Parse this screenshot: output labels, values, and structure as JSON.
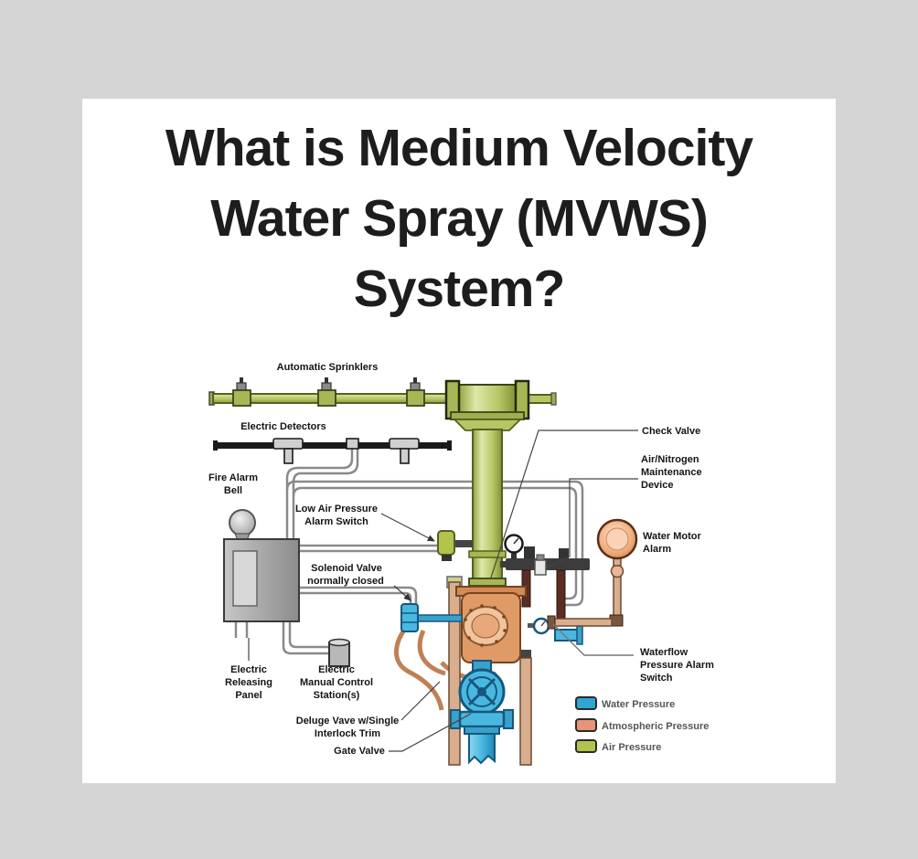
{
  "title": {
    "line1": "What is Medium Velocity",
    "line2": "Water Spray (MVWS)",
    "line3": "System?"
  },
  "diagram": {
    "labels": {
      "automatic_sprinklers": "Automatic Sprinklers",
      "electric_detectors": "Electric Detectors",
      "fire_alarm_bell": [
        "Fire Alarm",
        "Bell"
      ],
      "low_air_pressure": [
        "Low Air Pressure",
        "Alarm Switch"
      ],
      "solenoid_valve": [
        "Solenoid Valve",
        "normally closed"
      ],
      "electric_releasing_panel": [
        "Electric",
        "Releasing",
        "Panel"
      ],
      "electric_manual_control": [
        "Electric",
        "Manual Control",
        "Station(s)"
      ],
      "deluge_valve": [
        "Deluge Vave w/Single",
        "Interlock Trim"
      ],
      "gate_valve": "Gate Valve",
      "check_valve": "Check Valve",
      "air_nitrogen": [
        "Air/Nitrogen",
        "Maintenance",
        "Device"
      ],
      "water_motor_alarm": [
        "Water Motor",
        "Alarm"
      ],
      "waterflow": [
        "Waterflow",
        "Pressure Alarm",
        "Switch"
      ]
    },
    "legend": {
      "items": [
        {
          "label": "Water Pressure",
          "color": "#2fa5d2"
        },
        {
          "label": "Atmospheric Pressure",
          "color": "#e89478"
        },
        {
          "label": "Air Pressure",
          "color": "#b4c24e"
        }
      ]
    },
    "colors": {
      "air_pressure": "#b4c24e",
      "water_pressure": "#2fa5d2",
      "atmospheric_pressure": "#e89478",
      "background": "#d5d5d5",
      "card": "#ffffff"
    }
  }
}
